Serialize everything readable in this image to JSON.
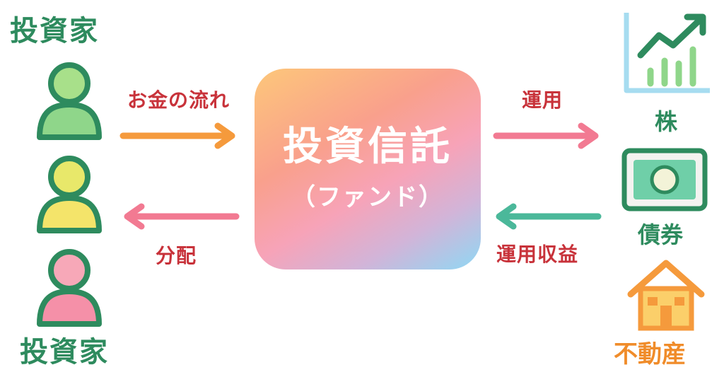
{
  "investors": {
    "title_top": "投資家",
    "title_bottom": "投資家",
    "people": [
      {
        "icon": "person-icon",
        "head_color": "#a8e08a",
        "body_color": "#8fd68a",
        "outline": "#2e8b5e"
      },
      {
        "icon": "person-icon",
        "head_color": "#e8e86a",
        "body_color": "#f4e46a",
        "outline": "#2e8b5e"
      },
      {
        "icon": "person-icon",
        "head_color": "#f7a8b8",
        "body_color": "#f590a8",
        "outline": "#2e8b5e"
      }
    ]
  },
  "flows": {
    "money_flow": "お金の流れ",
    "distribution": "分配",
    "management": "運用",
    "management_return": "運用収益"
  },
  "fund": {
    "title": "投資信託",
    "subtitle": "（ファンド）"
  },
  "assets": {
    "stocks": "株",
    "bonds": "債券",
    "real_estate": "不動産"
  },
  "colors": {
    "green": "#2e8b5e",
    "red_text": "#c8323a",
    "orange": "#f59a3c",
    "pink": "#f27a92",
    "teal": "#4bb89a"
  }
}
